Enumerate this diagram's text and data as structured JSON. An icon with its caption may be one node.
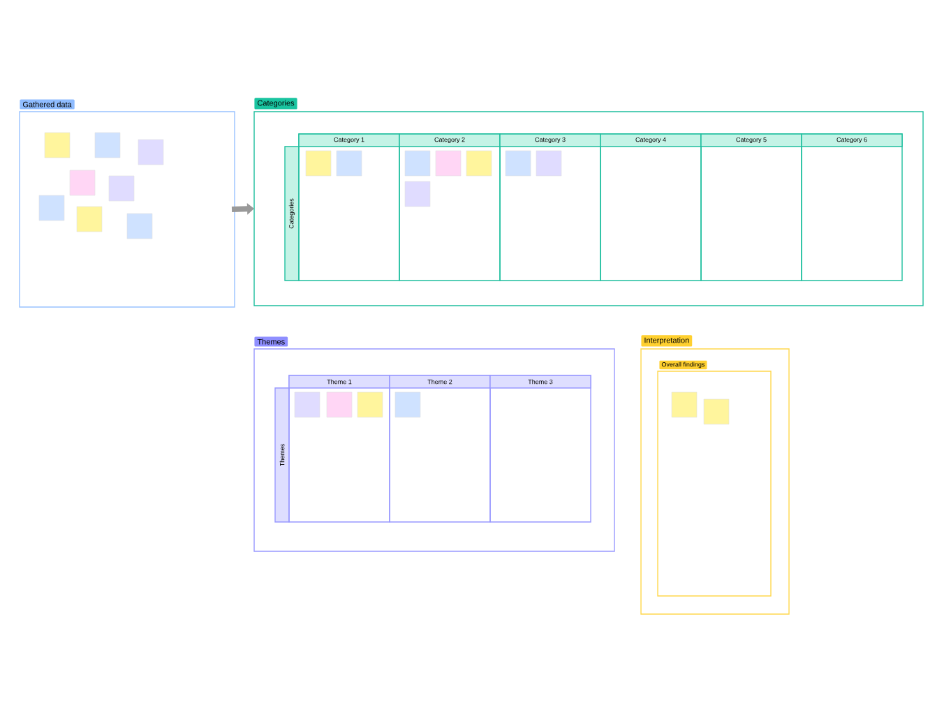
{
  "diagram": {
    "nodes": [
      {
        "text": [
          "Gathered data"
        ]
      },
      {
        "text": [],
        "shape": "box",
        "in": 0
      },
      {
        "text": [],
        "shape": "box",
        "in": 0
      },
      {
        "text": [],
        "shape": "box",
        "in": 0
      },
      {
        "text": [],
        "shape": "box",
        "in": 0
      },
      {
        "text": [],
        "shape": "box",
        "in": 0
      },
      {
        "text": [],
        "shape": "box",
        "in": 0
      },
      {
        "text": [],
        "shape": "box",
        "in": 0
      },
      {
        "text": [],
        "shape": "box",
        "in": 0
      },
      {
        "text": [
          "Categories"
        ]
      },
      {
        "text": [
          "Categories"
        ],
        "in": 9
      },
      {
        "text": [
          "Category 1"
        ],
        "in": 9
      },
      {
        "text": [],
        "shape": "box",
        "in": 11
      },
      {
        "text": [],
        "shape": "box",
        "in": 11
      },
      {
        "text": [
          "Category 2"
        ],
        "in": 9
      },
      {
        "text": [],
        "shape": "box",
        "in": 14
      },
      {
        "text": [],
        "shape": "box",
        "in": 14
      },
      {
        "text": [],
        "shape": "box",
        "in": 14
      },
      {
        "text": [],
        "shape": "box",
        "in": 14
      },
      {
        "text": [
          "Category 3"
        ],
        "in": 9
      },
      {
        "text": [],
        "shape": "box",
        "in": 19
      },
      {
        "text": [],
        "shape": "box",
        "in": 19
      },
      {
        "text": [
          "Category 4"
        ],
        "in": 9
      },
      {
        "text": [
          "Category 5"
        ],
        "in": 9
      },
      {
        "text": [
          "Category 6"
        ],
        "in": 9
      },
      {
        "text": [
          "Themes"
        ]
      },
      {
        "text": [
          "Themes"
        ],
        "in": 25
      },
      {
        "text": [
          "Theme 1"
        ],
        "in": 25
      },
      {
        "text": [],
        "shape": "box",
        "in": 27
      },
      {
        "text": [],
        "shape": "box",
        "in": 27
      },
      {
        "text": [],
        "shape": "box",
        "in": 27
      },
      {
        "text": [
          "Theme 2"
        ],
        "in": 25
      },
      {
        "text": [],
        "shape": "box",
        "in": 31
      },
      {
        "text": [
          "Theme 3"
        ],
        "in": 25
      },
      {
        "text": [
          "Interpretation"
        ]
      },
      {
        "text": [
          "Overall findings"
        ],
        "in": 34
      },
      {
        "text": [],
        "shape": "box",
        "in": 35
      },
      {
        "text": [],
        "shape": "box",
        "in": 35
      }
    ],
    "edges": [
      {
        "from": 0,
        "to": 9,
        "arrow": "to"
      }
    ]
  }
}
